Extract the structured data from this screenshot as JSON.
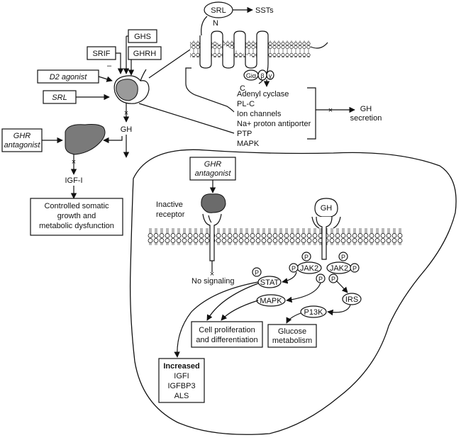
{
  "labels": {
    "srl_top": "SRL",
    "ssts": "SSTs",
    "n_term": "N",
    "c_term": "C",
    "g_alpha": "Giα",
    "g_beta": "β",
    "g_gamma": "γ",
    "ghs": "GHS",
    "srif": "SRIF",
    "ghrh": "GHRH",
    "minus": "–",
    "d2_agonist": "D2 agonist",
    "srl_left": "SRL",
    "gh_left": "GH",
    "ghr_antagonist_line1": "GHR",
    "ghr_antagonist_line2": "antagonist",
    "igf1": "IGF-I",
    "outcome_line1": "Controlled somatic",
    "outcome_line2": "growth and",
    "outcome_line3": "metabolic dysfunction",
    "effectors": [
      "Adenyl cyclase",
      "PL-C",
      "Ion channels",
      "Na+ proton antiporter",
      "PTP",
      "MAPK"
    ],
    "gh_secretion_line1": "GH",
    "gh_secretion_line2": "secretion",
    "ghr_ant_cell_line1": "GHR",
    "ghr_ant_cell_line2": "antagonist",
    "inactive_line1": "Inactive",
    "inactive_line2": "receptor",
    "gh_bound": "GH",
    "no_signaling": "No signaling",
    "p": "P",
    "jak2": "JAK2",
    "stat": "STAT",
    "mapk": "MAPK",
    "irs": "IRS",
    "p13k": "P13K",
    "prolif_line1": "Cell proliferation",
    "prolif_line2": "and differentiation",
    "glucose_line1": "Glucose",
    "glucose_line2": "metabolism",
    "increased_title": "Increased",
    "increased_items": [
      "IGFI",
      "IGFBP3",
      "ALS"
    ],
    "block": "×"
  },
  "colors": {
    "line": "#111111",
    "pituitary": "#9a9a9a",
    "liver": "#7a7a7a",
    "antagonist_fill": "#6b6b6b"
  }
}
